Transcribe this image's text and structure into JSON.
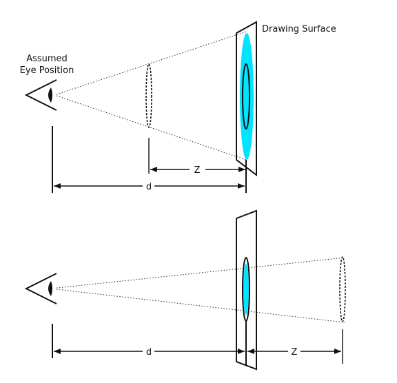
{
  "labels": {
    "eye_position": [
      "Assumed",
      "Eye Position"
    ],
    "drawing_surface": "Drawing Surface"
  },
  "dimensions": {
    "d": "d",
    "z": "Z"
  },
  "colors": {
    "projection_fill": "#00e5ff",
    "line": "#111111"
  }
}
